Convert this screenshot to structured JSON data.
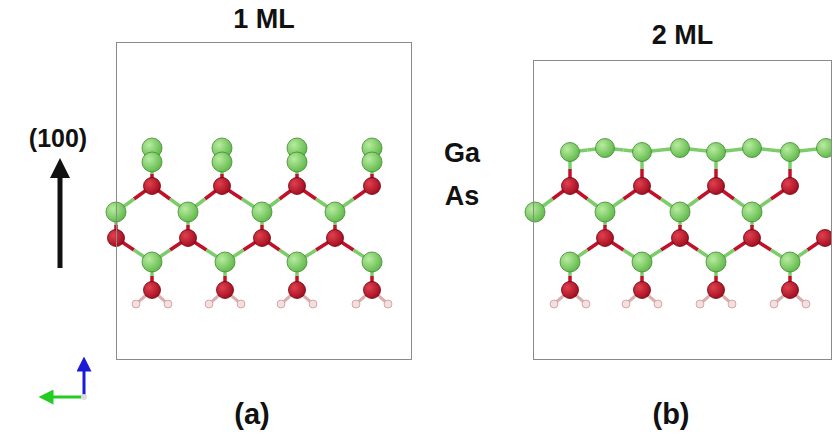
{
  "diagram": {
    "nodes": [
      {
        "text": [
          "1 ML"
        ]
      },
      {
        "text": [
          "2 ML"
        ]
      }
    ],
    "labels": [
      "(100)",
      "Ga",
      "As",
      "(a)",
      "(b)"
    ]
  }
}
